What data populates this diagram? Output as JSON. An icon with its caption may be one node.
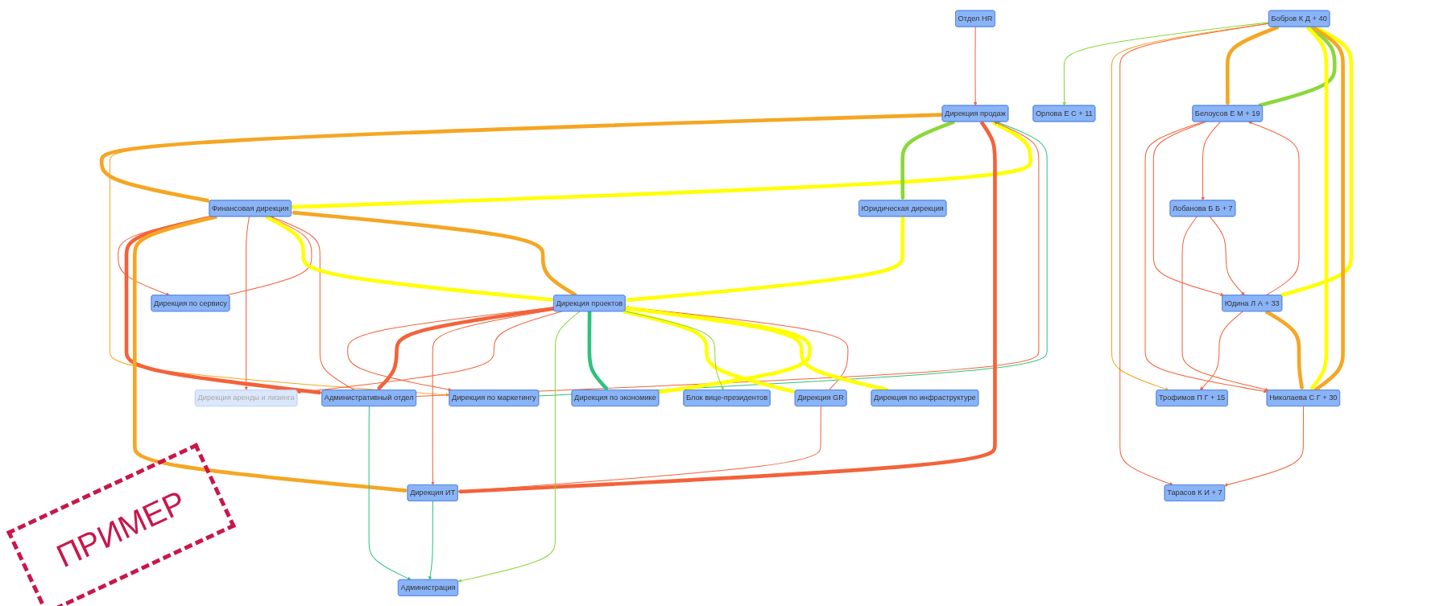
{
  "diagram": {
    "nodes": [
      {
        "text": [
          "Отдел HR"
        ]
      },
      {
        "text": [
          "Дирекция по сервису"
        ]
      },
      {
        "text": [
          "Дирекция продаж"
        ]
      },
      {
        "text": [
          "Дирекция по маркетингу"
        ]
      },
      {
        "text": [
          "Финансовая дирекция"
        ]
      },
      {
        "text": [
          "Административный отдел"
        ]
      },
      {
        "text": [
          "Дирекция ИТ"
        ]
      },
      {
        "text": [
          "Юридическая дирекция"
        ]
      },
      {
        "text": [
          "Дирекция аренды и лизинга"
        ]
      },
      {
        "text": [
          "Администрация"
        ]
      },
      {
        "text": [
          "Дирекция проектов"
        ]
      },
      {
        "text": [
          "Дирекция по экономике"
        ]
      },
      {
        "text": [
          "Дирекция GR"
        ]
      },
      {
        "text": [
          "Блок вице-президентов"
        ]
      },
      {
        "text": [
          "Дирекция по инфраструктуре"
        ]
      },
      {
        "text": [
          "Орлова Е С + 11"
        ]
      },
      {
        "text": [
          "Трофимов П Г + 15"
        ]
      },
      {
        "text": [
          "Бобров К Д + 40"
        ]
      },
      {
        "text": [
          "Тарасов К И + 7"
        ]
      },
      {
        "text": [
          "Юдина Л А + 33"
        ]
      },
      {
        "text": [
          "Белоусов Е М + 19"
        ]
      },
      {
        "text": [
          "Николаева С Г + 30"
        ]
      },
      {
        "text": [
          "Лобанова Б Б + 7"
        ]
      }
    ],
    "edges": [
      {
        "from": 0,
        "to": 2,
        "arrow": "to"
      },
      {
        "from": 1,
        "to": 4,
        "arrow": "to"
      },
      {
        "from": 4,
        "to": 1,
        "arrow": "to"
      },
      {
        "from": 4,
        "to": 2,
        "arrow": "to",
        "style": "thick",
        "color": "#ffff00"
      },
      {
        "from": 2,
        "to": 4,
        "arrow": "to",
        "style": "thick",
        "color": "#f5a623"
      },
      {
        "from": 2,
        "to": 3,
        "arrow": "to",
        "color": "#f5a623"
      },
      {
        "from": 3,
        "to": 2,
        "arrow": "to",
        "color": "#2ec27e"
      },
      {
        "from": 2,
        "to": 7,
        "arrow": "to",
        "style": "thick",
        "color": "#8bd83a"
      },
      {
        "from": 10,
        "to": 3,
        "arrow": "to"
      },
      {
        "from": 5,
        "to": 2,
        "arrow": "to"
      },
      {
        "from": 2,
        "to": 6,
        "arrow": "to",
        "style": "thick"
      },
      {
        "from": 4,
        "to": 5,
        "arrow": "to",
        "style": "thick"
      },
      {
        "from": 5,
        "to": 4,
        "arrow": "to"
      },
      {
        "from": 4,
        "to": 6,
        "arrow": "to",
        "style": "thick",
        "color": "#f5a623"
      },
      {
        "from": 4,
        "to": 8,
        "arrow": "to"
      },
      {
        "from": 5,
        "to": 9,
        "arrow": "to",
        "color": "#2ec27e"
      },
      {
        "from": 6,
        "to": 9,
        "arrow": "to",
        "color": "#2ec27e"
      },
      {
        "from": 7,
        "to": 10,
        "arrow": "to",
        "style": "thick",
        "color": "#ffff00"
      },
      {
        "from": 10,
        "to": 5,
        "arrow": "to",
        "style": "thick"
      },
      {
        "from": 4,
        "to": 10,
        "arrow": "to",
        "style": "thick",
        "color": "#ffff00"
      },
      {
        "from": 10,
        "to": 4,
        "arrow": "to",
        "style": "thick",
        "color": "#f5a623"
      },
      {
        "from": 10,
        "to": 6,
        "arrow": "to"
      },
      {
        "from": 10,
        "to": 8,
        "arrow": "to"
      },
      {
        "from": 10,
        "to": 9,
        "arrow": "to",
        "color": "#8bd83a"
      },
      {
        "from": 10,
        "to": 11,
        "arrow": "to",
        "style": "thick",
        "color": "#2ec27e"
      },
      {
        "from": 11,
        "to": 10,
        "arrow": "to",
        "style": "thick",
        "color": "#ffff00"
      },
      {
        "from": 10,
        "to": 12,
        "arrow": "to",
        "style": "thick",
        "color": "#ffff00"
      },
      {
        "from": 12,
        "to": 10,
        "arrow": "to"
      },
      {
        "from": 10,
        "to": 13,
        "arrow": "to",
        "color": "#8bd83a"
      },
      {
        "from": 10,
        "to": 14,
        "arrow": "to",
        "style": "thick",
        "color": "#ffff00"
      },
      {
        "from": 12,
        "to": 6,
        "arrow": "to"
      },
      {
        "from": 17,
        "to": 15,
        "arrow": "to",
        "color": "#8bd83a"
      },
      {
        "from": 17,
        "to": 16,
        "arrow": "to",
        "color": "#f5a623"
      },
      {
        "from": 17,
        "to": 18,
        "arrow": "to"
      },
      {
        "from": 19,
        "to": 16,
        "arrow": "to"
      },
      {
        "from": 21,
        "to": 18,
        "arrow": "to"
      },
      {
        "from": 19,
        "to": 17,
        "arrow": "to",
        "style": "thick",
        "color": "#ffff00"
      },
      {
        "from": 17,
        "to": 20,
        "arrow": "to",
        "style": "thick",
        "color": "#f5a623"
      },
      {
        "from": 20,
        "to": 17,
        "arrow": "to",
        "style": "thick",
        "color": "#8bd83a"
      },
      {
        "from": 17,
        "to": 21,
        "arrow": "to",
        "style": "thick",
        "color": "#ffff00"
      },
      {
        "from": 21,
        "to": 17,
        "arrow": "to",
        "style": "thick",
        "color": "#f5a623"
      },
      {
        "from": 19,
        "to": 21,
        "arrow": "to",
        "style": "thick",
        "color": "#f5a623"
      },
      {
        "from": 20,
        "to": 21,
        "arrow": "to"
      },
      {
        "from": 20,
        "to": 19,
        "arrow": "to"
      },
      {
        "from": 19,
        "to": 20,
        "arrow": "to"
      },
      {
        "from": 20,
        "to": 22,
        "arrow": "to"
      },
      {
        "from": 22,
        "to": 21,
        "arrow": "to"
      },
      {
        "from": 22,
        "to": 19,
        "arrow": "to"
      }
    ],
    "labels": [
      "ПРИМЕР"
    ]
  }
}
